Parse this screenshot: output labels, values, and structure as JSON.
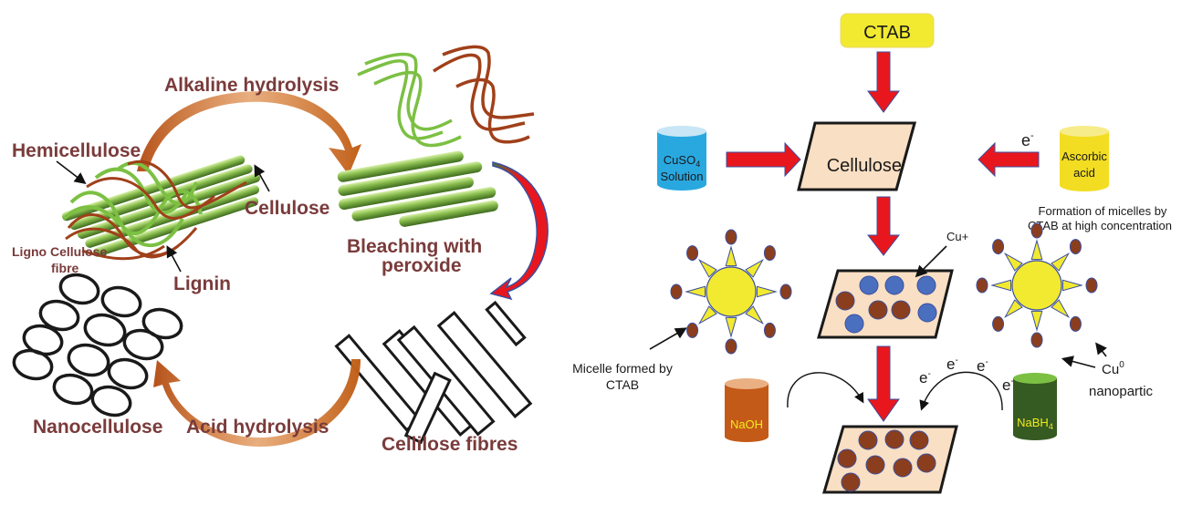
{
  "colors": {
    "label_brown": "#7a3b3b",
    "process_arrow_orange": "#c0601a",
    "fiber_green": "#7cc043",
    "lignin_brown": "#a0401a",
    "red_arrow": "#e8171e",
    "arrow_outline": "#3b4fa0",
    "cellulose_fill": "#f9dfc3",
    "cu_plus_blue": "#4a6fbf",
    "cu0_brown": "#8a3e1e",
    "micelle_yellow": "#f2ea30",
    "cuso4_blue": "#29a8e0",
    "ascorbic_yellow": "#f2dd22",
    "naoh_orange": "#c45a18",
    "nabh4_green": "#355a22"
  },
  "left_panel": {
    "stage_labels": {
      "alkaline_hydrolysis": "Alkaline hydrolysis",
      "hemicellulose": "Hemicellulose",
      "cellulose": "Cellulose",
      "ligno_cellulose_line1": "Ligno Cellulose",
      "ligno_cellulose_line2": "fibre",
      "lignin": "Lignin",
      "bleaching_line1": "Bleaching with",
      "bleaching_line2": "peroxide",
      "nanocellulose": "Nanocellulose",
      "acid_hydrolysis": "Acid hydrolysis",
      "cellulose_fibres": "Cellilose fibres"
    }
  },
  "right_panel": {
    "ctab": "CTAB",
    "cellulose": "Cellulose",
    "cuso4_line1": "CuSO",
    "cuso4_sub": "4",
    "cuso4_line2": "Solution",
    "ascorbic_line1": "Ascorbic",
    "ascorbic_line2": "acid",
    "electron": "e",
    "electron_sup": "-",
    "formation_line1": "Formation of micelles by",
    "formation_line2": "CTAB at high concentration",
    "cu_plus": "Cu+",
    "micelle_line1": "Micelle formed by",
    "micelle_line2": "CTAB",
    "naoh": "NaOH",
    "nabh4": "NaBH",
    "nabh4_sub": "4",
    "cu0": "Cu",
    "cu0_sup": "0",
    "nanoparticle": "nanopartic"
  }
}
